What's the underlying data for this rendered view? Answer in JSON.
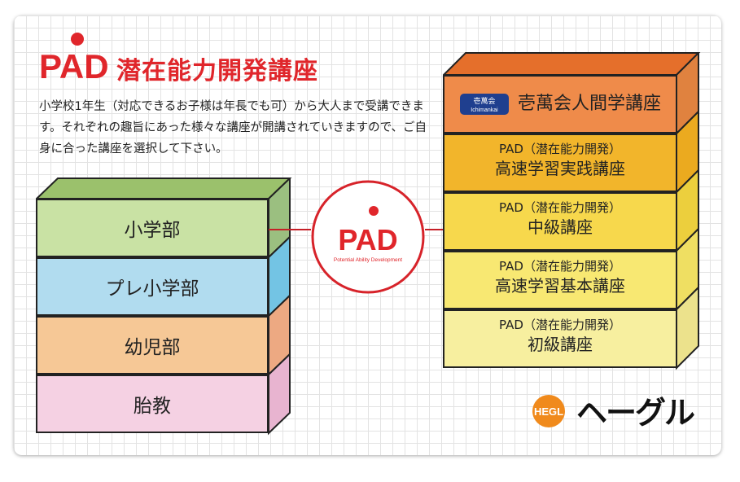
{
  "header": {
    "logo_text": "PAD",
    "title": "潜在能力開発講座",
    "description": "小学校1年生（対応できるお子様は年長でも可）から大人まで受講できます。それぞれの趣旨にあった様々な講座が開講されていきますので、ご自身に合った講座を選択して下さい。"
  },
  "left_stack": [
    {
      "label": "小学部",
      "color": "#c9e2a4"
    },
    {
      "label": "プレ小学部",
      "color": "#b1dcef"
    },
    {
      "label": "幼児部",
      "color": "#f6c896"
    },
    {
      "label": "胎教",
      "color": "#f5d1e3"
    }
  ],
  "center_logo": {
    "text": "PAD",
    "caption": "Potential Ability Development",
    "color": "#e0262b"
  },
  "right_stack": [
    {
      "sub": "",
      "label": "壱萬会人間学講座",
      "color": "#ef8b4a",
      "badge": {
        "main": "壱萬会",
        "caption": "Ichimankai"
      }
    },
    {
      "sub": "PAD（潜在能力開発）",
      "label": "高速学習実践講座",
      "color": "#f2b52b"
    },
    {
      "sub": "PAD（潜在能力開発）",
      "label": "中級講座",
      "color": "#f7d84c"
    },
    {
      "sub": "PAD（潜在能力開発）",
      "label": "高速学習基本講座",
      "color": "#f8e872"
    },
    {
      "sub": "PAD（潜在能力開発）",
      "label": "初級講座",
      "color": "#f7ef9f"
    }
  ],
  "footer_brand": {
    "emblem": "HEGL",
    "name": "ヘーグル"
  }
}
